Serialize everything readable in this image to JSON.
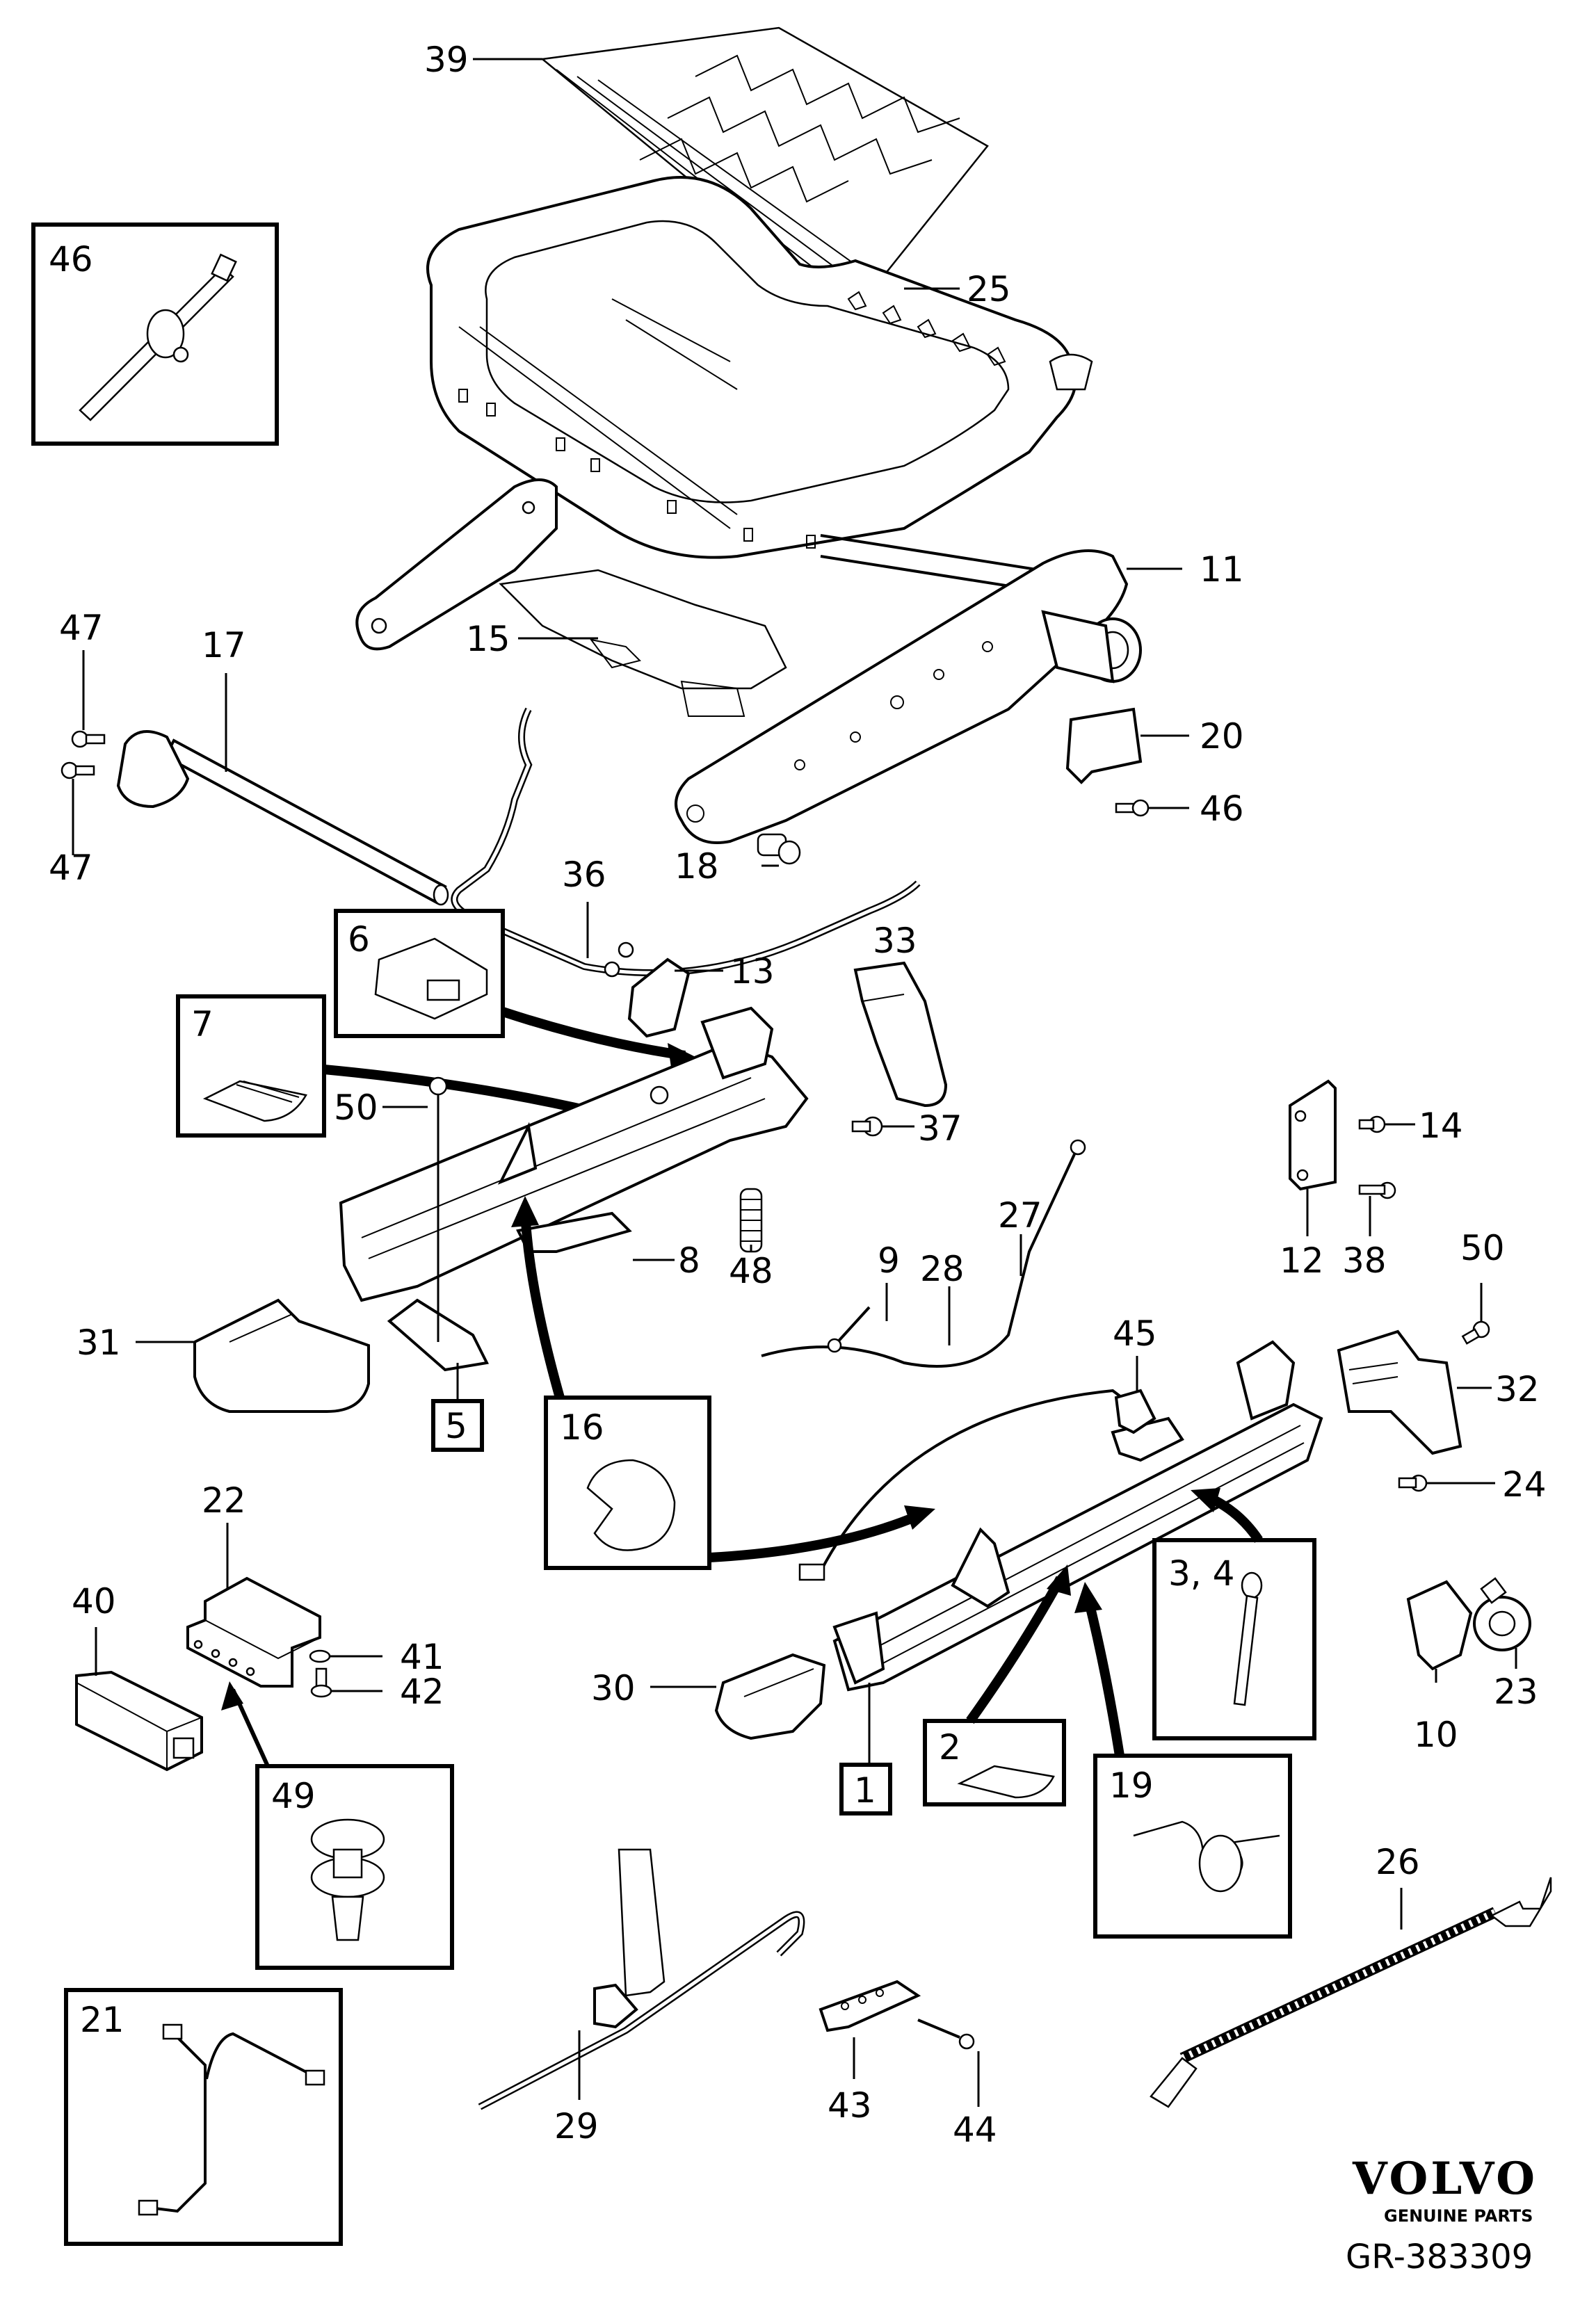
{
  "diagram": {
    "title": "Seat frame and rails — exploded parts view",
    "brand": "VOLVO",
    "brand_sub": "GENUINE PARTS",
    "drawing_code": "GR-383309",
    "callouts": [
      {
        "id": "39",
        "label": "39"
      },
      {
        "id": "46",
        "label": "46"
      },
      {
        "id": "25",
        "label": "25"
      },
      {
        "id": "11",
        "label": "11"
      },
      {
        "id": "15",
        "label": "15"
      },
      {
        "id": "47a",
        "label": "47"
      },
      {
        "id": "17",
        "label": "17"
      },
      {
        "id": "47b",
        "label": "47"
      },
      {
        "id": "20",
        "label": "20"
      },
      {
        "id": "46b",
        "label": "46"
      },
      {
        "id": "36",
        "label": "36"
      },
      {
        "id": "18",
        "label": "18"
      },
      {
        "id": "6",
        "label": "6"
      },
      {
        "id": "13",
        "label": "13"
      },
      {
        "id": "33",
        "label": "33"
      },
      {
        "id": "7",
        "label": "7"
      },
      {
        "id": "37",
        "label": "37"
      },
      {
        "id": "14",
        "label": "14"
      },
      {
        "id": "50a",
        "label": "50"
      },
      {
        "id": "27",
        "label": "27"
      },
      {
        "id": "8",
        "label": "8"
      },
      {
        "id": "9",
        "label": "9"
      },
      {
        "id": "28",
        "label": "28"
      },
      {
        "id": "12",
        "label": "12"
      },
      {
        "id": "38",
        "label": "38"
      },
      {
        "id": "48",
        "label": "48"
      },
      {
        "id": "50b",
        "label": "50"
      },
      {
        "id": "31",
        "label": "31"
      },
      {
        "id": "5",
        "label": "5"
      },
      {
        "id": "16",
        "label": "16"
      },
      {
        "id": "45",
        "label": "45"
      },
      {
        "id": "32",
        "label": "32"
      },
      {
        "id": "24",
        "label": "24"
      },
      {
        "id": "22",
        "label": "22"
      },
      {
        "id": "3_4",
        "label": "3, 4"
      },
      {
        "id": "40",
        "label": "40"
      },
      {
        "id": "41",
        "label": "41"
      },
      {
        "id": "42",
        "label": "42"
      },
      {
        "id": "30",
        "label": "30"
      },
      {
        "id": "23",
        "label": "23"
      },
      {
        "id": "10",
        "label": "10"
      },
      {
        "id": "1",
        "label": "1"
      },
      {
        "id": "2",
        "label": "2"
      },
      {
        "id": "19",
        "label": "19"
      },
      {
        "id": "49",
        "label": "49"
      },
      {
        "id": "26",
        "label": "26"
      },
      {
        "id": "21",
        "label": "21"
      },
      {
        "id": "29",
        "label": "29"
      },
      {
        "id": "43",
        "label": "43"
      },
      {
        "id": "44",
        "label": "44"
      }
    ]
  }
}
